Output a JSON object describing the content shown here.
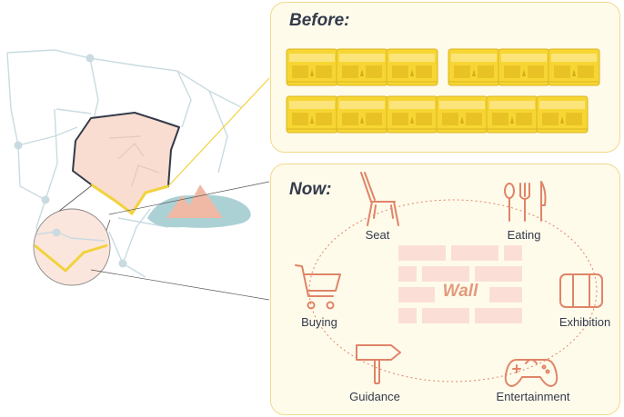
{
  "before": {
    "title": "Before:"
  },
  "now": {
    "title": "Now:",
    "center_label": "Wall",
    "functions": [
      {
        "label": "Seat",
        "icon": "chair-icon"
      },
      {
        "label": "Eating",
        "icon": "cutlery-icon"
      },
      {
        "label": "Buying",
        "icon": "shopping-cart-icon"
      },
      {
        "label": "Exhibition",
        "icon": "exhibition-panel-icon"
      },
      {
        "label": "Guidance",
        "icon": "signpost-icon"
      },
      {
        "label": "Entertainment",
        "icon": "gamepad-icon"
      }
    ]
  },
  "colors": {
    "panel_border": "#f1d98a",
    "panel_fill": "#fffbeb",
    "barrier_yellow": "#f7d633",
    "boundary_yellow": "#f2d23c",
    "icon_salmon": "#e08468",
    "wall_brick": "#fbdfd6",
    "district_fill": "#f8ddd0",
    "lake": "#acd1d5",
    "mountain": "#efb9a6",
    "road_lines": "#c9dbe1"
  }
}
